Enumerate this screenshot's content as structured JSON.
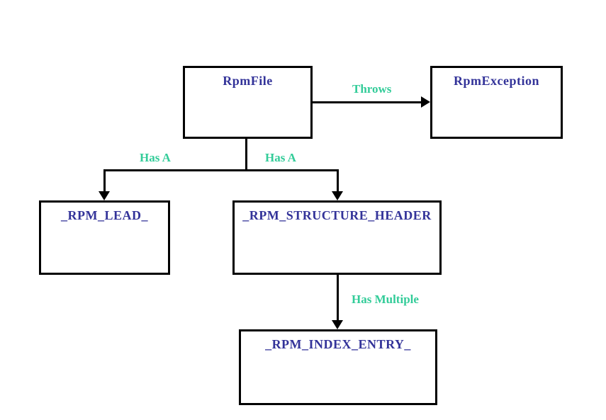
{
  "diagram": {
    "background_color": "#ffffff",
    "node_border_color": "#000000",
    "node_title_color": "#333399",
    "edge_label_color": "#33cc99",
    "nodes": [
      {
        "id": "rpmfile",
        "label": "RpmFile"
      },
      {
        "id": "rpmexception",
        "label": "RpmException"
      },
      {
        "id": "rpm-lead",
        "label": "_RPM_LEAD_"
      },
      {
        "id": "rpm-structure-header",
        "label": "_RPM_STRUCTURE_HEADER"
      },
      {
        "id": "rpm-index-entry",
        "label": "_RPM_INDEX_ENTRY_"
      }
    ],
    "edges": [
      {
        "from": "RpmFile",
        "to": "RpmException",
        "label": "Throws"
      },
      {
        "from": "RpmFile",
        "to": "_RPM_LEAD_",
        "label": "Has A"
      },
      {
        "from": "RpmFile",
        "to": "_RPM_STRUCTURE_HEADER",
        "label": "Has A"
      },
      {
        "from": "_RPM_STRUCTURE_HEADER",
        "to": "_RPM_INDEX_ENTRY_",
        "label": "Has Multiple"
      }
    ]
  }
}
